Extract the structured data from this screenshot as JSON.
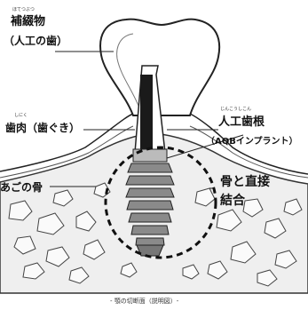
{
  "labels": {
    "prosthesis": {
      "ruby": "ほてつぶつ",
      "line1": "補綴物",
      "line2": "（人工の歯）"
    },
    "gum": {
      "ruby": "しにく",
      "text": "歯肉（歯ぐき）"
    },
    "root": {
      "ruby": "じんこうしこん",
      "line1": "人工歯根",
      "line2": "（AQBインプラント）"
    },
    "jaw": {
      "text": "あごの骨"
    },
    "bonding": {
      "line1": "骨と直接",
      "line2": "結合"
    }
  },
  "caption": "- 顎の切断面（説明図）-"
}
